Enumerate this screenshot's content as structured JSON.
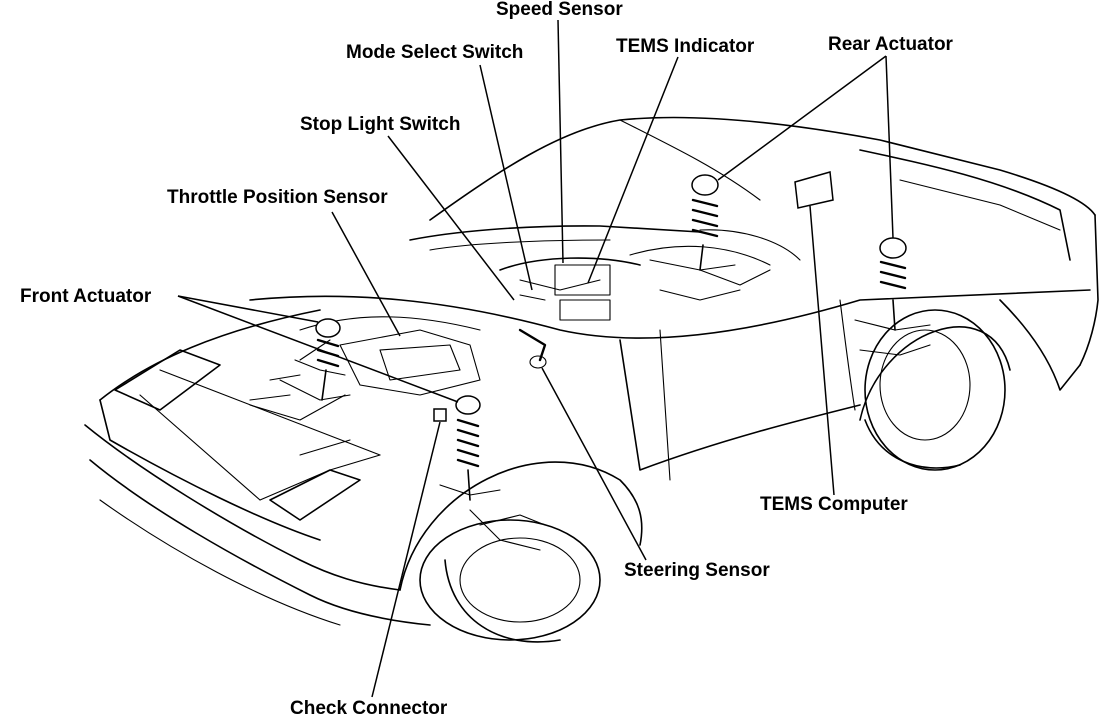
{
  "labels": {
    "speed_sensor": "Speed Sensor",
    "mode_select_switch": "Mode Select Switch",
    "tems_indicator": "TEMS Indicator",
    "rear_actuator": "Rear Actuator",
    "stop_light_switch": "Stop Light Switch",
    "throttle_position_sensor": "Throttle Position Sensor",
    "front_actuator": "Front Actuator",
    "tems_computer": "TEMS Computer",
    "steering_sensor": "Steering Sensor",
    "check_connector": "Check Connector"
  }
}
